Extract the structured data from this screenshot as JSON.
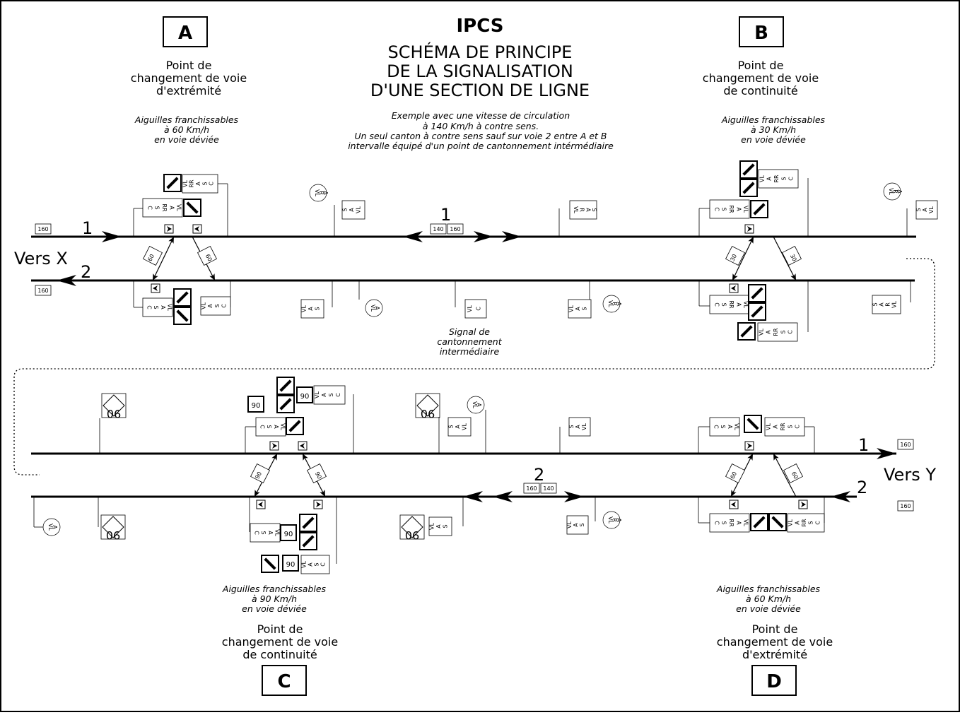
{
  "header": {
    "title": "IPCS",
    "subtitle_lines": [
      "SCHÉMA DE PRINCIPE",
      "DE LA SIGNALISATION",
      "D'UNE SECTION DE LIGNE"
    ],
    "example_lines": [
      "Exemple avec une vitesse de circulation",
      "à 140 Km/h à contre sens.",
      "Un seul canton à contre sens sauf sur voie 2 entre A et B",
      "intervalle équipé d'un point de cantonnement intérmédiaire"
    ]
  },
  "points": {
    "A": {
      "letter": "A",
      "caption": [
        "Point de",
        "changement de voie",
        "d'extrémité"
      ],
      "note": [
        "Aiguilles franchissables",
        "à 60 Km/h",
        "en voie déviée"
      ]
    },
    "B": {
      "letter": "B",
      "caption": [
        "Point de",
        "changement de voie",
        "de continuité"
      ],
      "note": [
        "Aiguilles franchissables",
        "à 30 Km/h",
        "en voie déviée"
      ]
    },
    "C": {
      "letter": "C",
      "caption": [
        "Point de",
        "changement de voie",
        "de continuité"
      ],
      "note": [
        "Aiguilles franchissables",
        "à 90 Km/h",
        "en voie déviée"
      ]
    },
    "D": {
      "letter": "D",
      "caption": [
        "Point de",
        "changement de voie",
        "d'extrémité"
      ],
      "note": [
        "Aiguilles franchissables",
        "à 60 Km/h",
        "en voie déviée"
      ]
    }
  },
  "destinations": {
    "left": "Vers X",
    "right": "Vers Y"
  },
  "tracks": {
    "one": "1",
    "two": "2"
  },
  "intermediate_signal": [
    "Signal de",
    "cantonnement",
    "intermédiaire"
  ],
  "speeds": {
    "s160": "160",
    "s140": "140",
    "s90": "90",
    "s60": "60",
    "s30": "30"
  },
  "signal_aspects": {
    "VL": "VL",
    "A": "A",
    "RR": "RR",
    "S": "S",
    "C": "C",
    "R": "R"
  }
}
